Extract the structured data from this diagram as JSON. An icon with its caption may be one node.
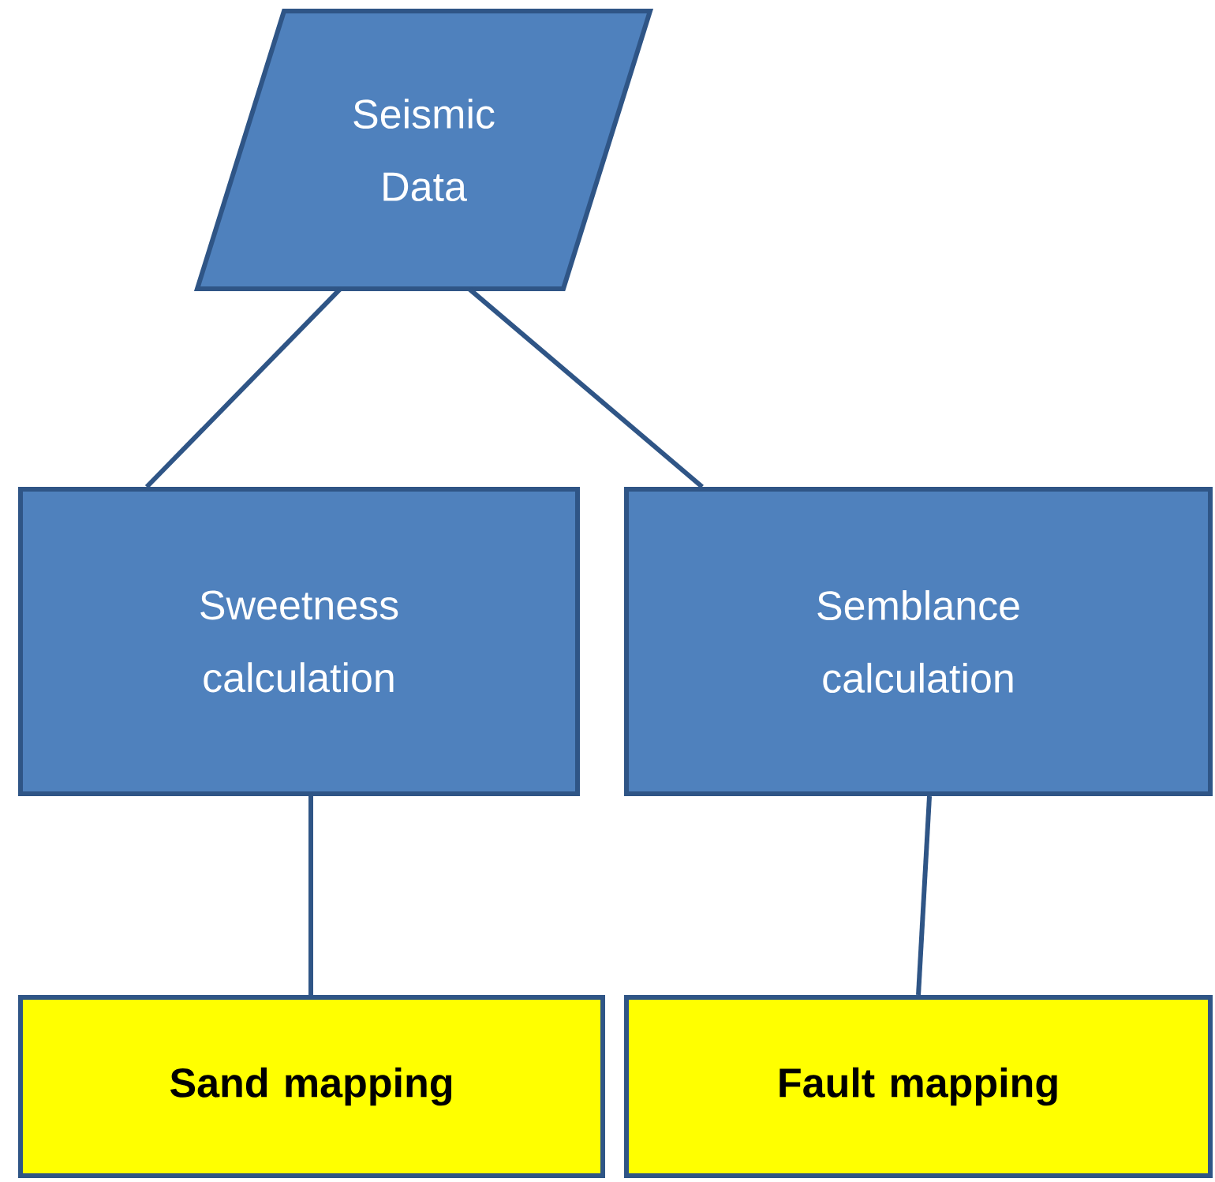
{
  "diagram": {
    "nodes": [
      {
        "text": [
          "Seismic Data"
        ]
      },
      {
        "text": [
          "Sweetness calculation"
        ]
      },
      {
        "text": [
          "Semblance calculation"
        ]
      },
      {
        "text": [
          "Sand mapping"
        ]
      },
      {
        "text": [
          "Fault mapping"
        ]
      }
    ],
    "edges": [
      {
        "from": 0,
        "to": 1,
        "arrow": "none"
      },
      {
        "from": 0,
        "to": 2,
        "arrow": "none"
      },
      {
        "from": 1,
        "to": 3,
        "arrow": "none"
      },
      {
        "from": 2,
        "to": 4,
        "arrow": "none"
      }
    ]
  }
}
